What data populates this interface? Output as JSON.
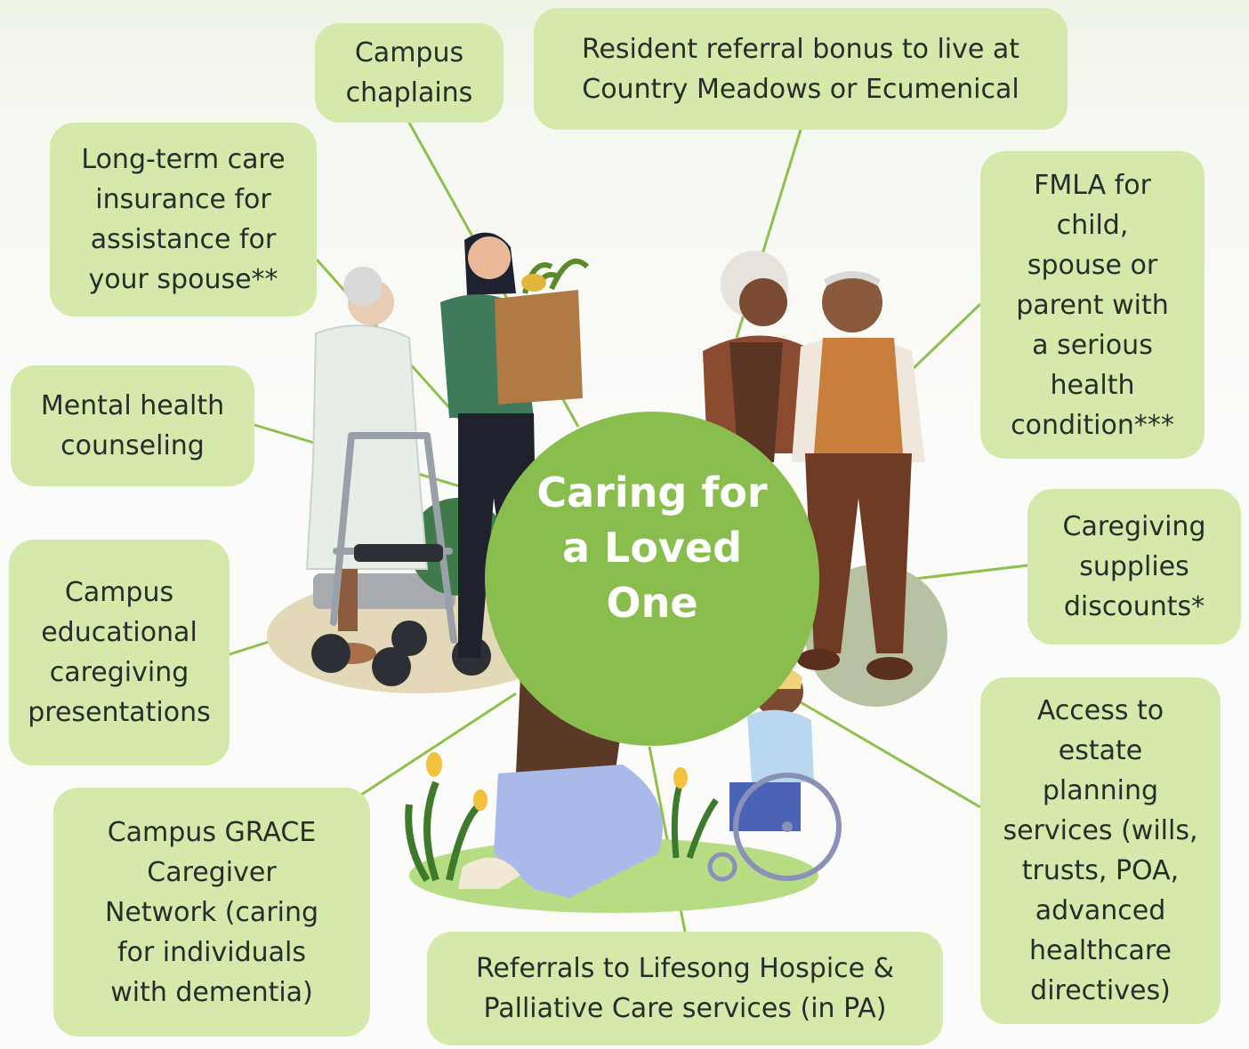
{
  "center": {
    "title": "Caring for\na Loved\nOne"
  },
  "benefits": {
    "chaplains": "Campus\nchaplains",
    "referral_bonus": "Resident referral bonus to live at\nCountry Meadows or Ecumenical",
    "ltc_insurance": "Long-term care\ninsurance for\nassistance for\nyour spouse**",
    "fmla": "FMLA for\nchild,\nspouse or\nparent with\na serious\nhealth\ncondition***",
    "mental_health": "Mental health\ncounseling",
    "supplies": "Caregiving\nsupplies\ndiscounts*",
    "presentations": "Campus\neducational\ncaregiving\npresentations",
    "estate": "Access to\nestate\nplanning\nservices (wills,\ntrusts, POA,\nadvanced\nhealthcare\ndirectives)",
    "grace": "Campus GRACE\nCaregiver\nNetwork (caring\nfor individuals\nwith dementia)",
    "hospice": "Referrals to Lifesong Hospice &\nPalliative Care services (in PA)"
  },
  "colors": {
    "box_fill": "#d4e9aa",
    "center_fill": "#89bd4d",
    "connector": "#8fc04e",
    "center_text": "#ffffff"
  }
}
